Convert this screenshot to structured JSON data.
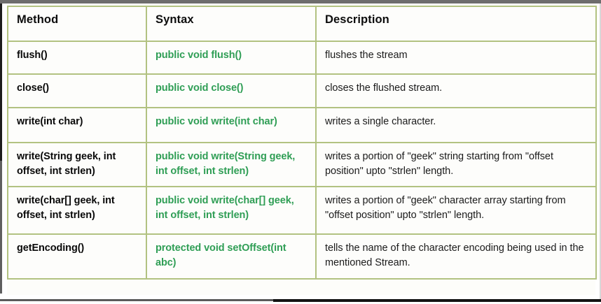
{
  "table": {
    "columns": [
      {
        "key": "method",
        "label": "Method"
      },
      {
        "key": "syntax",
        "label": "Syntax"
      },
      {
        "key": "description",
        "label": "Description"
      }
    ],
    "rows": [
      {
        "method": "flush()",
        "syntax": "public void flush()",
        "description": "flushes the stream"
      },
      {
        "method": "close()",
        "syntax": "public void close()",
        "description": "closes the flushed stream."
      },
      {
        "method": "write(int char)",
        "syntax": "public void write(int char)",
        "description": "writes a single character."
      },
      {
        "method": "write(String geek, int offset, int strlen)",
        "syntax": "public void write(String geek, int offset, int strlen)",
        "description": "writes a portion of \"geek\" string starting from \"offset position\" upto \"strlen\" length."
      },
      {
        "method": "write(char[] geek, int offset, int strlen)",
        "syntax": "public void write(char[] geek, int offset, int strlen)",
        "description": "writes a portion of \"geek\" character array starting from \"offset position\" upto \"strlen\" length."
      },
      {
        "method": "getEncoding()",
        "syntax": "protected void setOffset(int abc)",
        "description": "tells the name of the character encoding being used in the mentioned Stream."
      }
    ]
  },
  "colors": {
    "grid_border": "#b2c281",
    "syntax_text": "#2f9e55",
    "header_text": "#0d0d0d",
    "body_text": "#1b1b1b",
    "cell_background": "#fdfdfb",
    "page_background": "#ffffff"
  }
}
